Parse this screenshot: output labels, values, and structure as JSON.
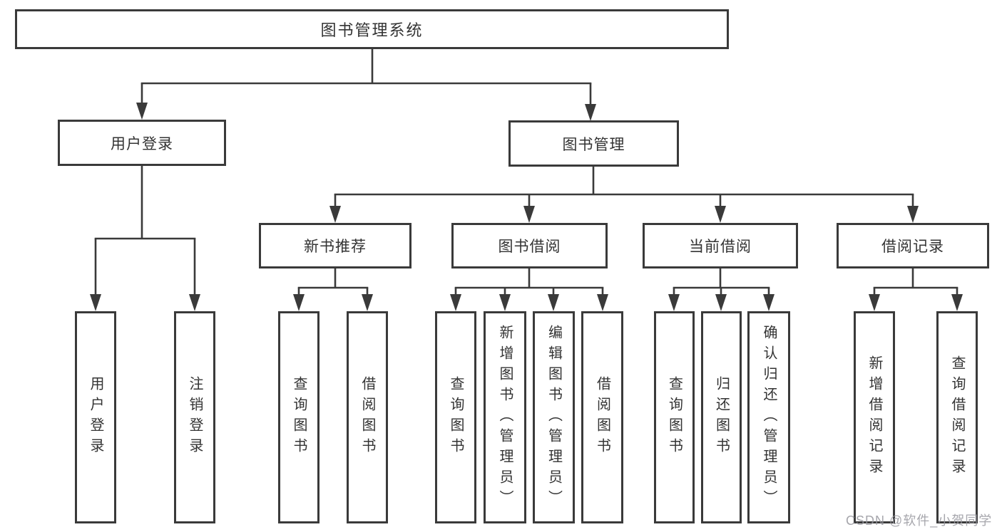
{
  "colors": {
    "line": "#3a3a3a",
    "box_border": "#3a3a3a",
    "box_fill": "#ffffff",
    "text": "#333333",
    "watermark": "#9696a0"
  },
  "diagram": {
    "root": {
      "label": "图书管理系统"
    },
    "level2": [
      {
        "id": "user-login",
        "label": "用户登录"
      },
      {
        "id": "book-management",
        "label": "图书管理"
      }
    ],
    "level3": [
      {
        "id": "new-book-recommend",
        "label": "新书推荐",
        "parent": "图书管理"
      },
      {
        "id": "book-borrow",
        "label": "图书借阅",
        "parent": "图书管理"
      },
      {
        "id": "current-borrow",
        "label": "当前借阅",
        "parent": "图书管理"
      },
      {
        "id": "borrow-records",
        "label": "借阅记录",
        "parent": "图书管理"
      }
    ],
    "leaves": [
      {
        "parent": "用户登录",
        "label": "用户登录"
      },
      {
        "parent": "用户登录",
        "label": "注销登录"
      },
      {
        "parent": "新书推荐",
        "label": "查询图书"
      },
      {
        "parent": "新书推荐",
        "label": "借阅图书"
      },
      {
        "parent": "图书借阅",
        "label": "查询图书"
      },
      {
        "parent": "图书借阅",
        "label": "新增图书（管理员）"
      },
      {
        "parent": "图书借阅",
        "label": "编辑图书（管理员）"
      },
      {
        "parent": "图书借阅",
        "label": "借阅图书"
      },
      {
        "parent": "当前借阅",
        "label": "查询图书"
      },
      {
        "parent": "当前借阅",
        "label": "归还图书"
      },
      {
        "parent": "当前借阅",
        "label": "确认归还（管理员）"
      },
      {
        "parent": "借阅记录",
        "label": "新增借阅记录"
      },
      {
        "parent": "借阅记录",
        "label": "查询借阅记录"
      }
    ]
  },
  "watermark": {
    "text": "CSDN @软件_小贺同学"
  }
}
